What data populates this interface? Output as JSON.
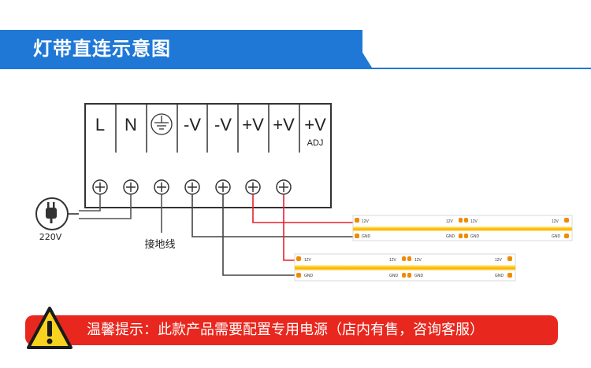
{
  "header": {
    "title": "灯带直连示意图",
    "accent_color": "#1f78d6"
  },
  "power_supply": {
    "terminals": [
      "L",
      "N",
      "ground-icon",
      "-V",
      "-V",
      "+V",
      "+V",
      "+V"
    ],
    "adjust_label": "ADJ"
  },
  "plug": {
    "icon": "plug-icon",
    "voltage_label": "220V"
  },
  "ground_wire_label": "接地线",
  "led_strips": [
    {
      "segment_labels": [
        "12V",
        "12V",
        "12V",
        "12V"
      ],
      "gnd_labels": [
        "GND",
        "GND",
        "GND",
        "GND"
      ]
    },
    {
      "segment_labels": [
        "12V",
        "12V",
        "12V",
        "12V"
      ],
      "gnd_labels": [
        "GND",
        "GND",
        "GND",
        "GND"
      ]
    }
  ],
  "warning": {
    "icon": "warning-triangle-icon",
    "text": "温馨提示：此款产品需要配置专用电源（店内有售，咨询客服）",
    "color": "#e8281f"
  },
  "wire_colors": {
    "positive": "#e8202a",
    "negative": "#444444"
  }
}
